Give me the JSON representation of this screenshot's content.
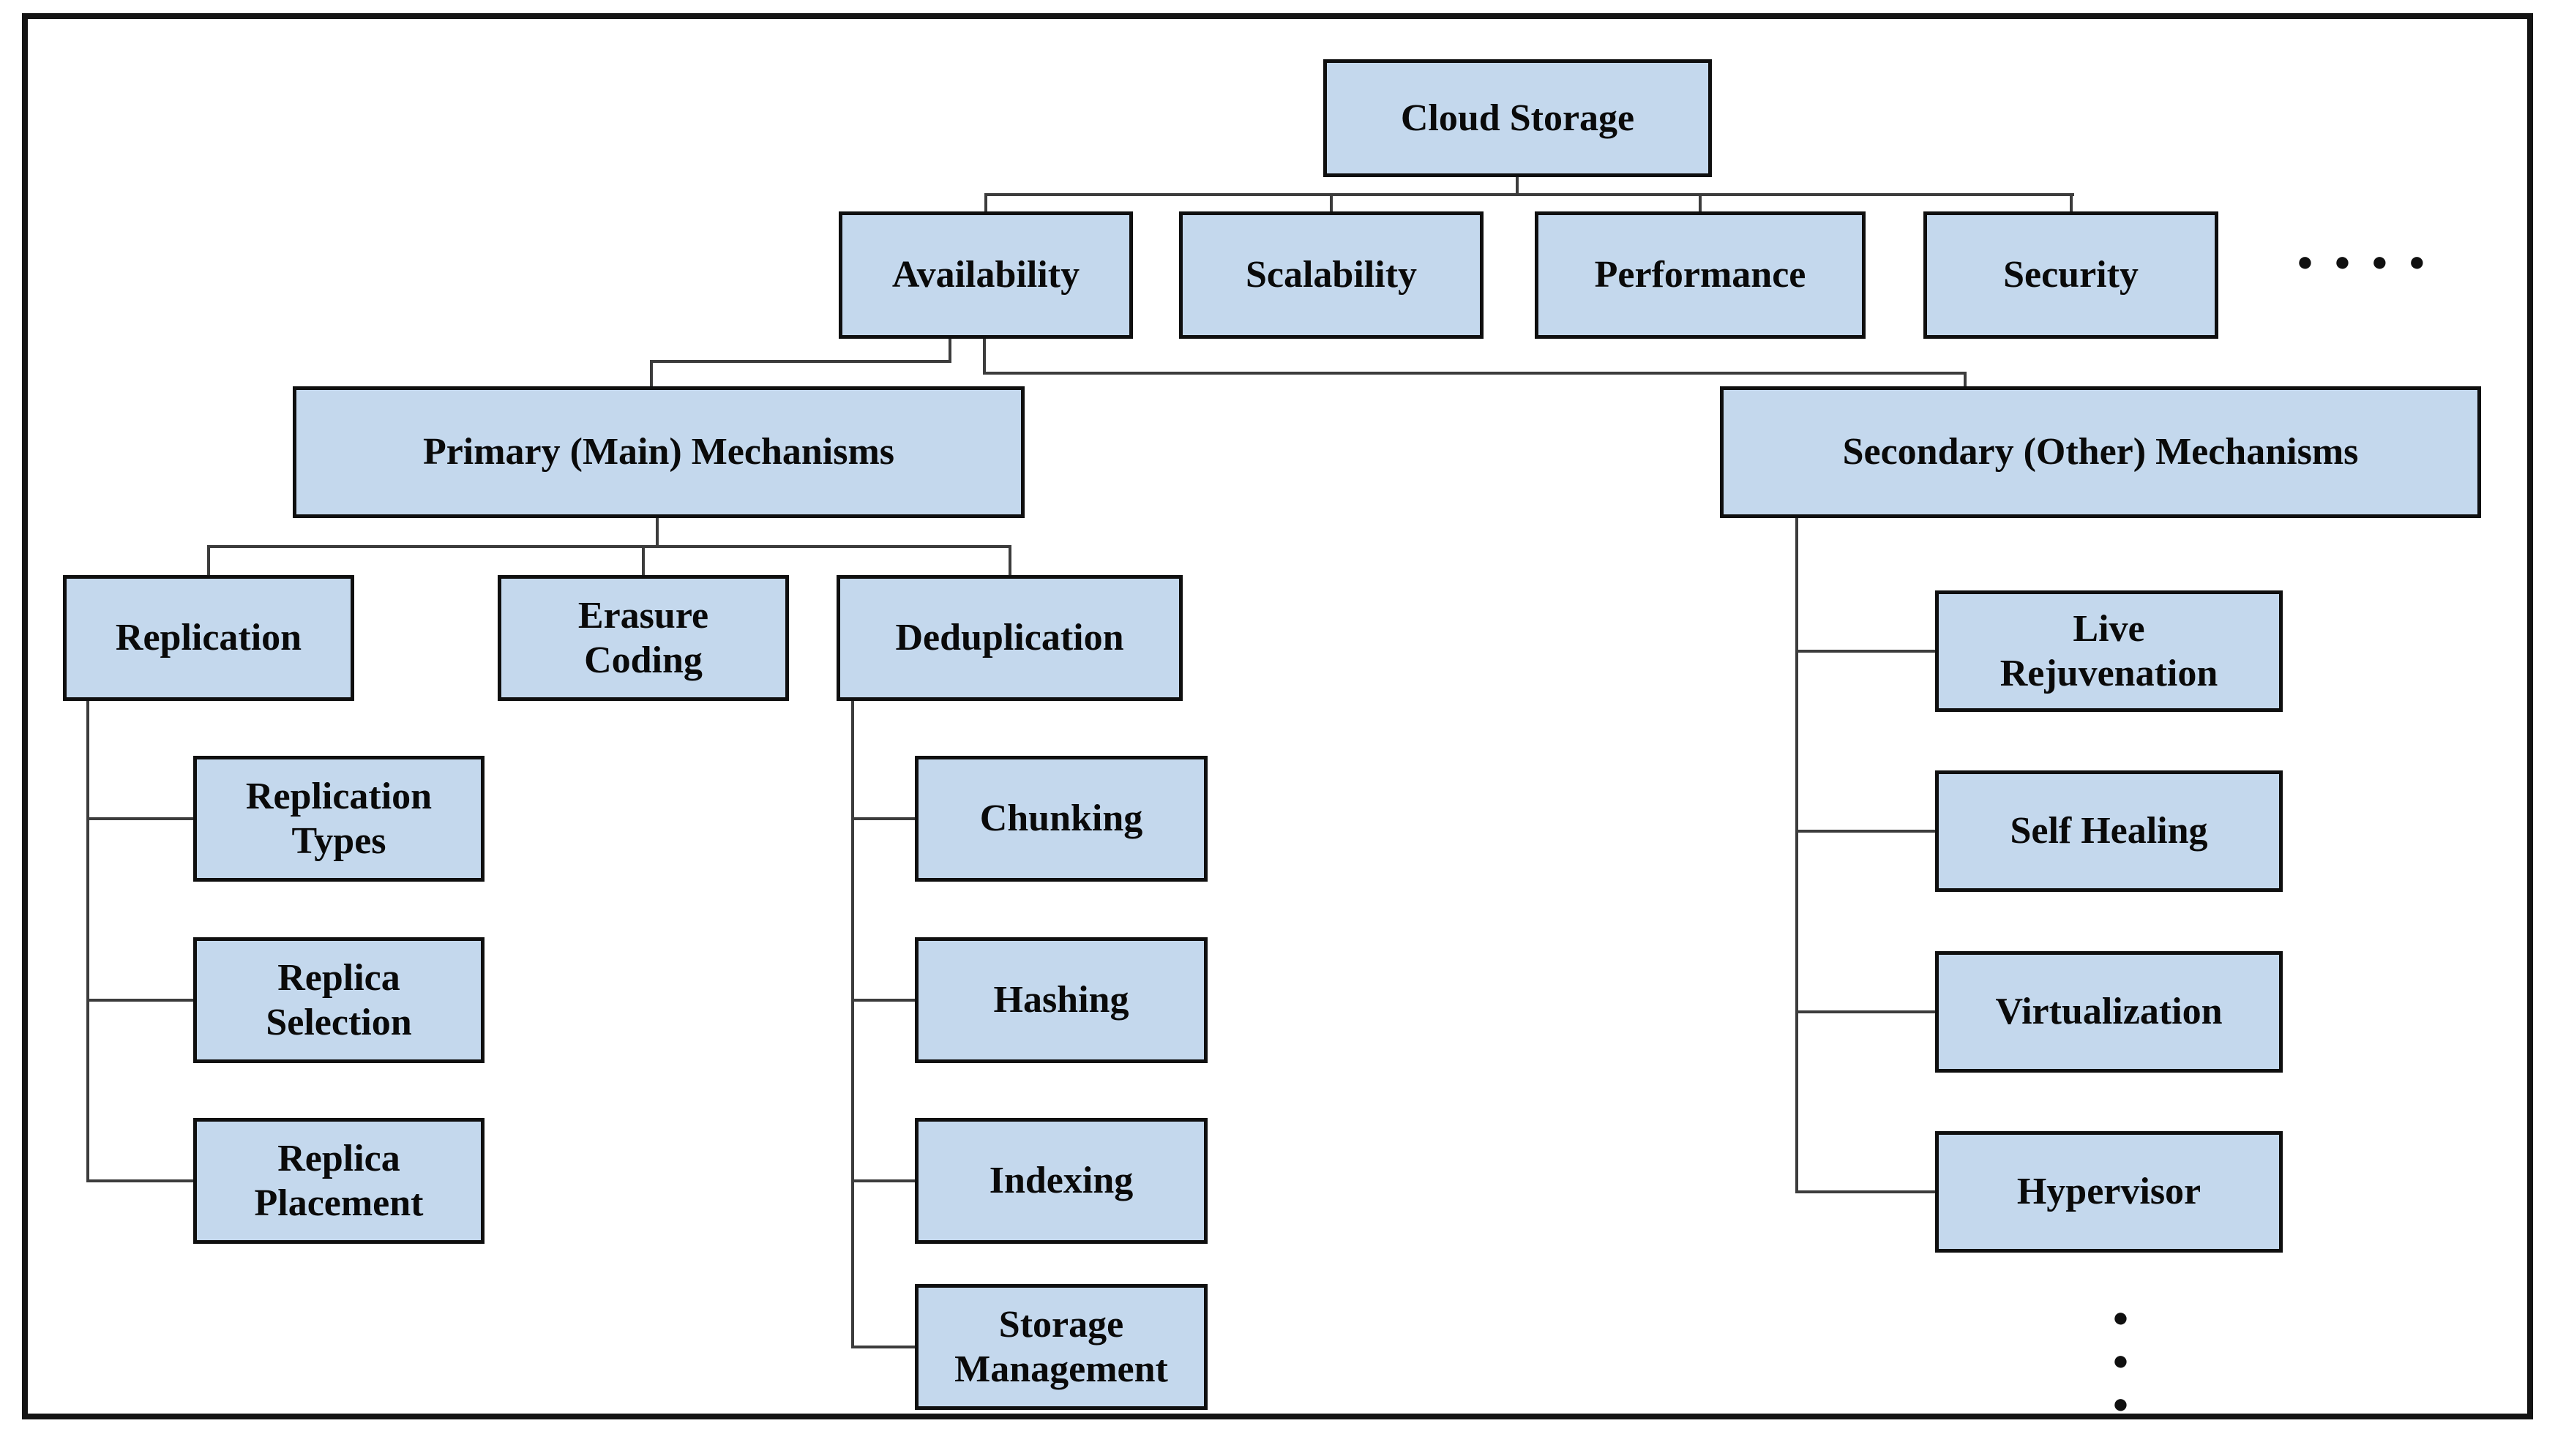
{
  "colors": {
    "node_fill": "#C4D8ED",
    "node_border": "#0F0F0F",
    "connector": "#3C3C3C",
    "text": "#0A0A0A",
    "background": "#FFFFFF"
  },
  "nodes": {
    "cloud_storage": "Cloud Storage",
    "availability": "Availability",
    "scalability": "Scalability",
    "performance": "Performance",
    "security": "Security",
    "primary_mechanisms": "Primary (Main) Mechanisms",
    "secondary_mechanisms": "Secondary (Other) Mechanisms",
    "replication": "Replication",
    "erasure_coding": "Erasure\nCoding",
    "deduplication": "Deduplication",
    "replication_types": "Replication\nTypes",
    "replica_selection": "Replica\nSelection",
    "replica_placement": "Replica\nPlacement",
    "chunking": "Chunking",
    "hashing": "Hashing",
    "indexing": "Indexing",
    "storage_management": "Storage\nManagement",
    "live_rejuvenation": "Live\nRejuvenation",
    "self_healing": "Self Healing",
    "virtualization": "Virtualization",
    "hypervisor": "Hypervisor"
  },
  "ellipsis": {
    "more_quality_attributes": "●●●●",
    "more_secondary_mechanisms": "●\n●\n●"
  },
  "hierarchy": {
    "root": "Cloud Storage",
    "children": [
      {
        "label": "Availability",
        "children": [
          {
            "label": "Primary (Main) Mechanisms",
            "children": [
              {
                "label": "Replication",
                "children": [
                  {
                    "label": "Replication Types"
                  },
                  {
                    "label": "Replica Selection"
                  },
                  {
                    "label": "Replica Placement"
                  }
                ]
              },
              {
                "label": "Erasure Coding"
              },
              {
                "label": "Deduplication",
                "children": [
                  {
                    "label": "Chunking"
                  },
                  {
                    "label": "Hashing"
                  },
                  {
                    "label": "Indexing"
                  },
                  {
                    "label": "Storage Management"
                  }
                ]
              }
            ]
          },
          {
            "label": "Secondary (Other) Mechanisms",
            "children": [
              {
                "label": "Live Rejuvenation"
              },
              {
                "label": "Self Healing"
              },
              {
                "label": "Virtualization"
              },
              {
                "label": "Hypervisor"
              },
              {
                "label": "…"
              }
            ]
          }
        ]
      },
      {
        "label": "Scalability"
      },
      {
        "label": "Performance"
      },
      {
        "label": "Security"
      },
      {
        "label": "…"
      }
    ]
  }
}
